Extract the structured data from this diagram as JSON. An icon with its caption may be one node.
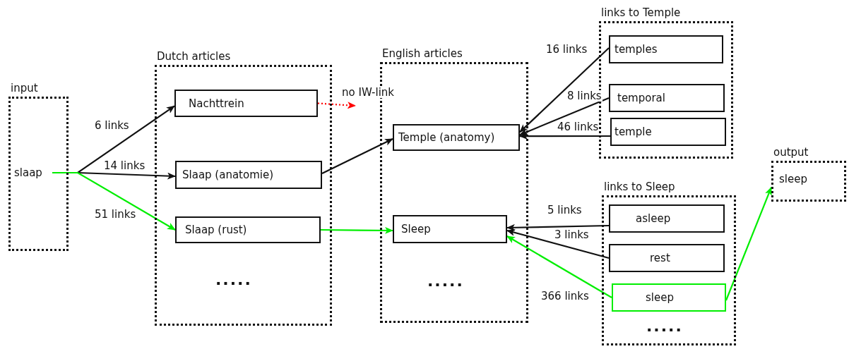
{
  "diagram": {
    "nodes": [
      {
        "text": [
          "input"
        ]
      },
      {
        "text": [
          "slaap"
        ],
        "in": 0
      },
      {
        "text": [
          "Dutch articles"
        ]
      },
      {
        "text": [
          "Nachttrein"
        ],
        "in": 2
      },
      {
        "text": [
          "Slaap (anatomie)"
        ],
        "in": 2
      },
      {
        "text": [
          "Slaap (rust)"
        ],
        "in": 2
      },
      {
        "text": [
          "English articles"
        ]
      },
      {
        "text": [
          "Temple (anatomy)"
        ],
        "in": 6
      },
      {
        "text": [
          "Sleep"
        ],
        "in": 6
      },
      {
        "text": [
          "links to Temple"
        ]
      },
      {
        "text": [
          "temples"
        ],
        "in": 9
      },
      {
        "text": [
          "temporal"
        ],
        "in": 9
      },
      {
        "text": [
          "temple"
        ],
        "in": 9
      },
      {
        "text": [
          "links to Sleep"
        ]
      },
      {
        "text": [
          "asleep"
        ],
        "in": 13
      },
      {
        "text": [
          "rest"
        ],
        "in": 13
      },
      {
        "text": [
          "sleep"
        ],
        "in": 13
      },
      {
        "text": [
          "output",
          "sleep"
        ]
      }
    ],
    "edges": [
      {
        "from": 1,
        "to": 3,
        "arrow": "to",
        "label": "6 links"
      },
      {
        "from": 1,
        "to": 4,
        "arrow": "to",
        "label": "14 links"
      },
      {
        "from": 1,
        "to": 5,
        "arrow": "to",
        "label": "51 links",
        "color": "#00ee00"
      },
      {
        "from": 3,
        "to": null,
        "arrow": "to",
        "label": "no IW-link",
        "style": "dashed",
        "color": "#ff0000"
      },
      {
        "from": 4,
        "to": 7,
        "arrow": "to"
      },
      {
        "from": 5,
        "to": 8,
        "arrow": "to",
        "color": "#00ee00"
      },
      {
        "from": 10,
        "to": 7,
        "arrow": "to",
        "label": "16 links"
      },
      {
        "from": 11,
        "to": 7,
        "arrow": "to",
        "label": "8 links"
      },
      {
        "from": 12,
        "to": 7,
        "arrow": "to",
        "label": "46 links"
      },
      {
        "from": 14,
        "to": 8,
        "arrow": "to",
        "label": "5 links"
      },
      {
        "from": 15,
        "to": 8,
        "arrow": "to",
        "label": "3 links"
      },
      {
        "from": 16,
        "to": 8,
        "arrow": "to",
        "label": "366 links",
        "color": "#00ee00"
      },
      {
        "from": 16,
        "to": 17,
        "arrow": "to",
        "color": "#00ee00"
      }
    ],
    "labels": [
      ".....",
      ".....",
      "....."
    ]
  }
}
